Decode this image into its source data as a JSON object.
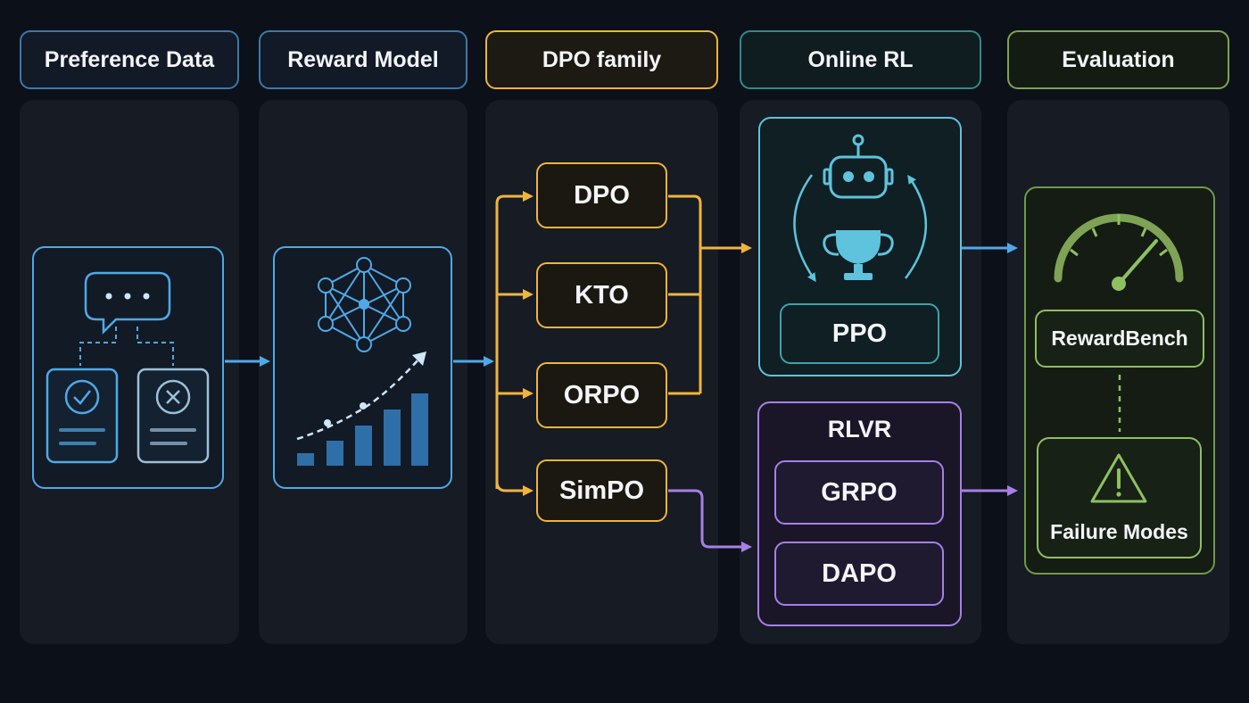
{
  "columns": [
    {
      "id": "preference",
      "label": "Preference Data"
    },
    {
      "id": "reward",
      "label": "Reward Model"
    },
    {
      "id": "dpo",
      "label": "DPO family"
    },
    {
      "id": "online",
      "label": "Online RL"
    },
    {
      "id": "evaluation",
      "label": "Evaluation"
    }
  ],
  "dpo_family": [
    "DPO",
    "KTO",
    "ORPO",
    "SimPO"
  ],
  "online_rl": {
    "ppo": "PPO",
    "rlvr_title": "RLVR",
    "rlvr_methods": [
      "GRPO",
      "DAPO"
    ]
  },
  "evaluation": {
    "benchmark": "RewardBench",
    "failure": "Failure Modes"
  },
  "colors": {
    "blue": "#4fa9e6",
    "header_blue": "#3d78a8",
    "orange": "#f0b43c",
    "cyan": "#5ec3dc",
    "purple": "#a77fe8",
    "green": "#8fc060"
  },
  "icons": [
    "chat-bubble-icon",
    "check-card-icon",
    "cross-card-icon",
    "neural-network-icon",
    "bar-chart-icon",
    "robot-icon",
    "trophy-icon",
    "cycle-arrows-icon",
    "gauge-icon",
    "warning-icon"
  ]
}
